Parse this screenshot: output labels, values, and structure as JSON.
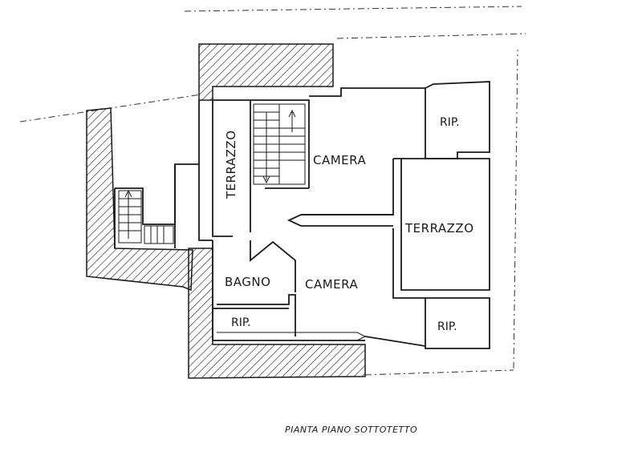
{
  "title": "PIANTA PIANO SOTTOTETTO",
  "rooms": {
    "terrazzo_left": "TERRAZZO",
    "camera_top": "CAMERA",
    "rip_top": "RIP.",
    "terrazzo_right": "TERRAZZO",
    "bagno": "BAGNO",
    "camera_bottom": "CAMERA",
    "rip_left": "RIP.",
    "rip_bottom": "RIP."
  }
}
